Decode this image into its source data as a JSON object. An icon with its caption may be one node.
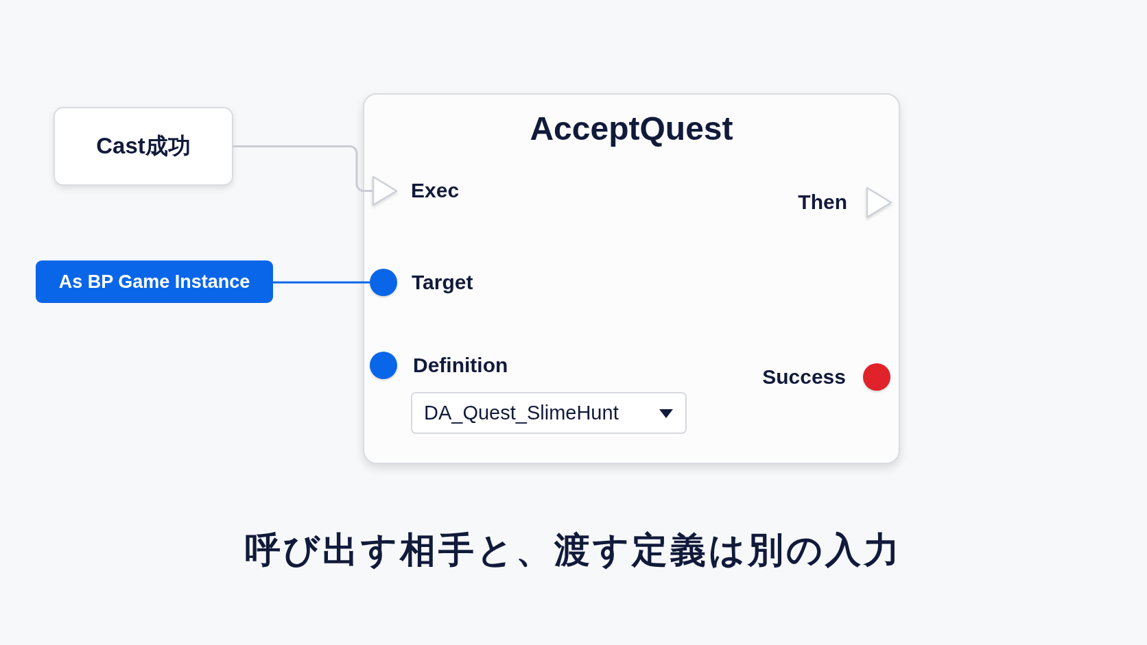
{
  "diagram": {
    "caption": "呼び出す相手と、渡す定義は別の入力",
    "nodes": [
      {
        "text": [
          "Cast成功"
        ]
      },
      {
        "text": [
          "As BP Game Instance"
        ]
      },
      {
        "text": [
          "AcceptQuest"
        ]
      },
      {
        "text": [],
        "shape": "triangle",
        "in": 2,
        "beside": [
          "Exec"
        ]
      },
      {
        "text": [],
        "shape": "triangle",
        "in": 2,
        "beside": [
          "Then"
        ]
      },
      {
        "text": [],
        "shape": "circle",
        "in": 2,
        "beside": [
          "Target"
        ]
      },
      {
        "text": [],
        "shape": "circle",
        "in": 2,
        "beside": [
          "Definition"
        ]
      },
      {
        "text": [
          "DA_Quest_SlimeHunt"
        ],
        "in": 2
      },
      {
        "text": [],
        "shape": "circle",
        "in": 2,
        "beside": [
          "Success"
        ]
      }
    ],
    "edges": [
      {
        "from": 0,
        "to": 3,
        "arrow": "none",
        "color": "#c9ccd2"
      },
      {
        "from": 1,
        "to": 5,
        "arrow": "none",
        "color": "#0a66e8"
      }
    ]
  }
}
